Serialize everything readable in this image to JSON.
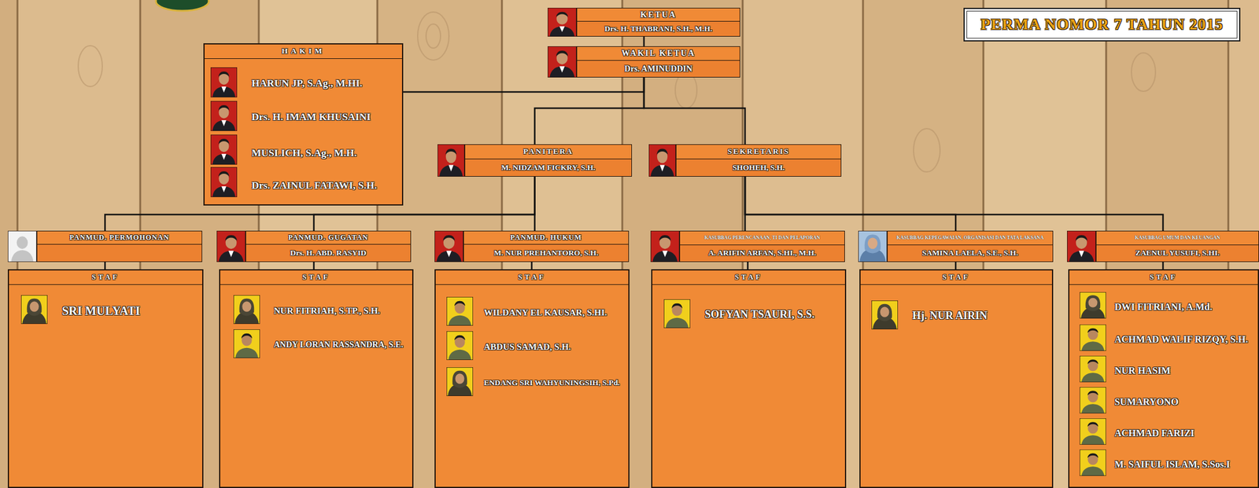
{
  "diagram": {
    "nodes": [
      {
        "text": [
          "PERMA NOMOR 7 TAHUN 2015"
        ]
      },
      {
        "text": [
          "KETUA",
          "Drs. H. THABRANI, S.H., M.H."
        ]
      },
      {
        "text": [
          "WAKIL KETUA",
          "Drs. AMINUDDIN"
        ]
      },
      {
        "text": [
          "HAKIM",
          "HARUN JP, S.Ag., M.HI.",
          "Drs. H. IMAM KHUSAINI",
          "MUSLICH, S.Ag., M.H.",
          "Drs. ZAINUL FATAWI, S.H."
        ]
      },
      {
        "text": [
          "PANITERA",
          "M. NIDZAM FICKRY, S.H."
        ]
      },
      {
        "text": [
          "SEKRETARIS",
          "SHOHEH, S.H."
        ]
      },
      {
        "text": [
          "PANMUD. PERMOHONAN"
        ]
      },
      {
        "text": [
          "PANMUD. GUGATAN",
          "Drs. H. ABD. RASYID"
        ]
      },
      {
        "text": [
          "PANMUD. HUKUM",
          "M. NUR PREHANTORO, S.H."
        ]
      },
      {
        "text": [
          "KASUBBAG PERENCANAAN, TI DAN PELAPORAN",
          "A. ARIFIN ARFAN, S.HI., M.H."
        ]
      },
      {
        "text": [
          "KASUBBAG KEPEGAWAIAN, ORGANISASI DAN TATA LAKSANA",
          "SAMINA LAELA, S.E., S.H."
        ]
      },
      {
        "text": [
          "KASUBBAG UMUM DAN KEUANGAN",
          "ZAENUL YUSUFI, S.HI."
        ]
      },
      {
        "text": [
          "STAF",
          "SRI MULYATI"
        ]
      },
      {
        "text": [
          "STAF",
          "NUR FITRIAH, S.TP., S.H.",
          "ANDY LORAN RASSANDRA, S.E."
        ]
      },
      {
        "text": [
          "STAF",
          "WILDANY EL KAUSAR, S.HI.",
          "ABDUS SAMAD, S.H.",
          "ENDANG SRI WAHYUNINGSIH, S.Pd."
        ]
      },
      {
        "text": [
          "STAF",
          "SOFYAN TSAURI, S.S."
        ]
      },
      {
        "text": [
          "STAF",
          "Hj. NUR AIRIN"
        ]
      },
      {
        "text": [
          "STAF",
          "DWI FITRIANI, A.Md.",
          "ACHMAD WALIF RIZQY, S.H.",
          "NUR HASIM",
          "SUMARYONO",
          "ACHMAD FARIZI",
          "M. SAIFUL ISLAM, S.Sos.I"
        ]
      }
    ],
    "edges": [
      {
        "from": 1,
        "to": 2,
        "arrow": "none"
      },
      {
        "from": 2,
        "to": 3,
        "arrow": "none"
      },
      {
        "from": 2,
        "to": 4,
        "arrow": "none"
      },
      {
        "from": 2,
        "to": 5,
        "arrow": "none"
      },
      {
        "from": 4,
        "to": 6,
        "arrow": "none"
      },
      {
        "from": 4,
        "to": 7,
        "arrow": "none"
      },
      {
        "from": 4,
        "to": 8,
        "arrow": "none"
      },
      {
        "from": 5,
        "to": 9,
        "arrow": "none"
      },
      {
        "from": 5,
        "to": 10,
        "arrow": "none"
      },
      {
        "from": 5,
        "to": 11,
        "arrow": "none"
      },
      {
        "from": 6,
        "to": 12,
        "arrow": "none"
      },
      {
        "from": 7,
        "to": 13,
        "arrow": "none"
      },
      {
        "from": 8,
        "to": 14,
        "arrow": "none"
      },
      {
        "from": 9,
        "to": 15,
        "arrow": "none"
      },
      {
        "from": 10,
        "to": 16,
        "arrow": "none"
      },
      {
        "from": 11,
        "to": 17,
        "arrow": "none"
      }
    ]
  }
}
